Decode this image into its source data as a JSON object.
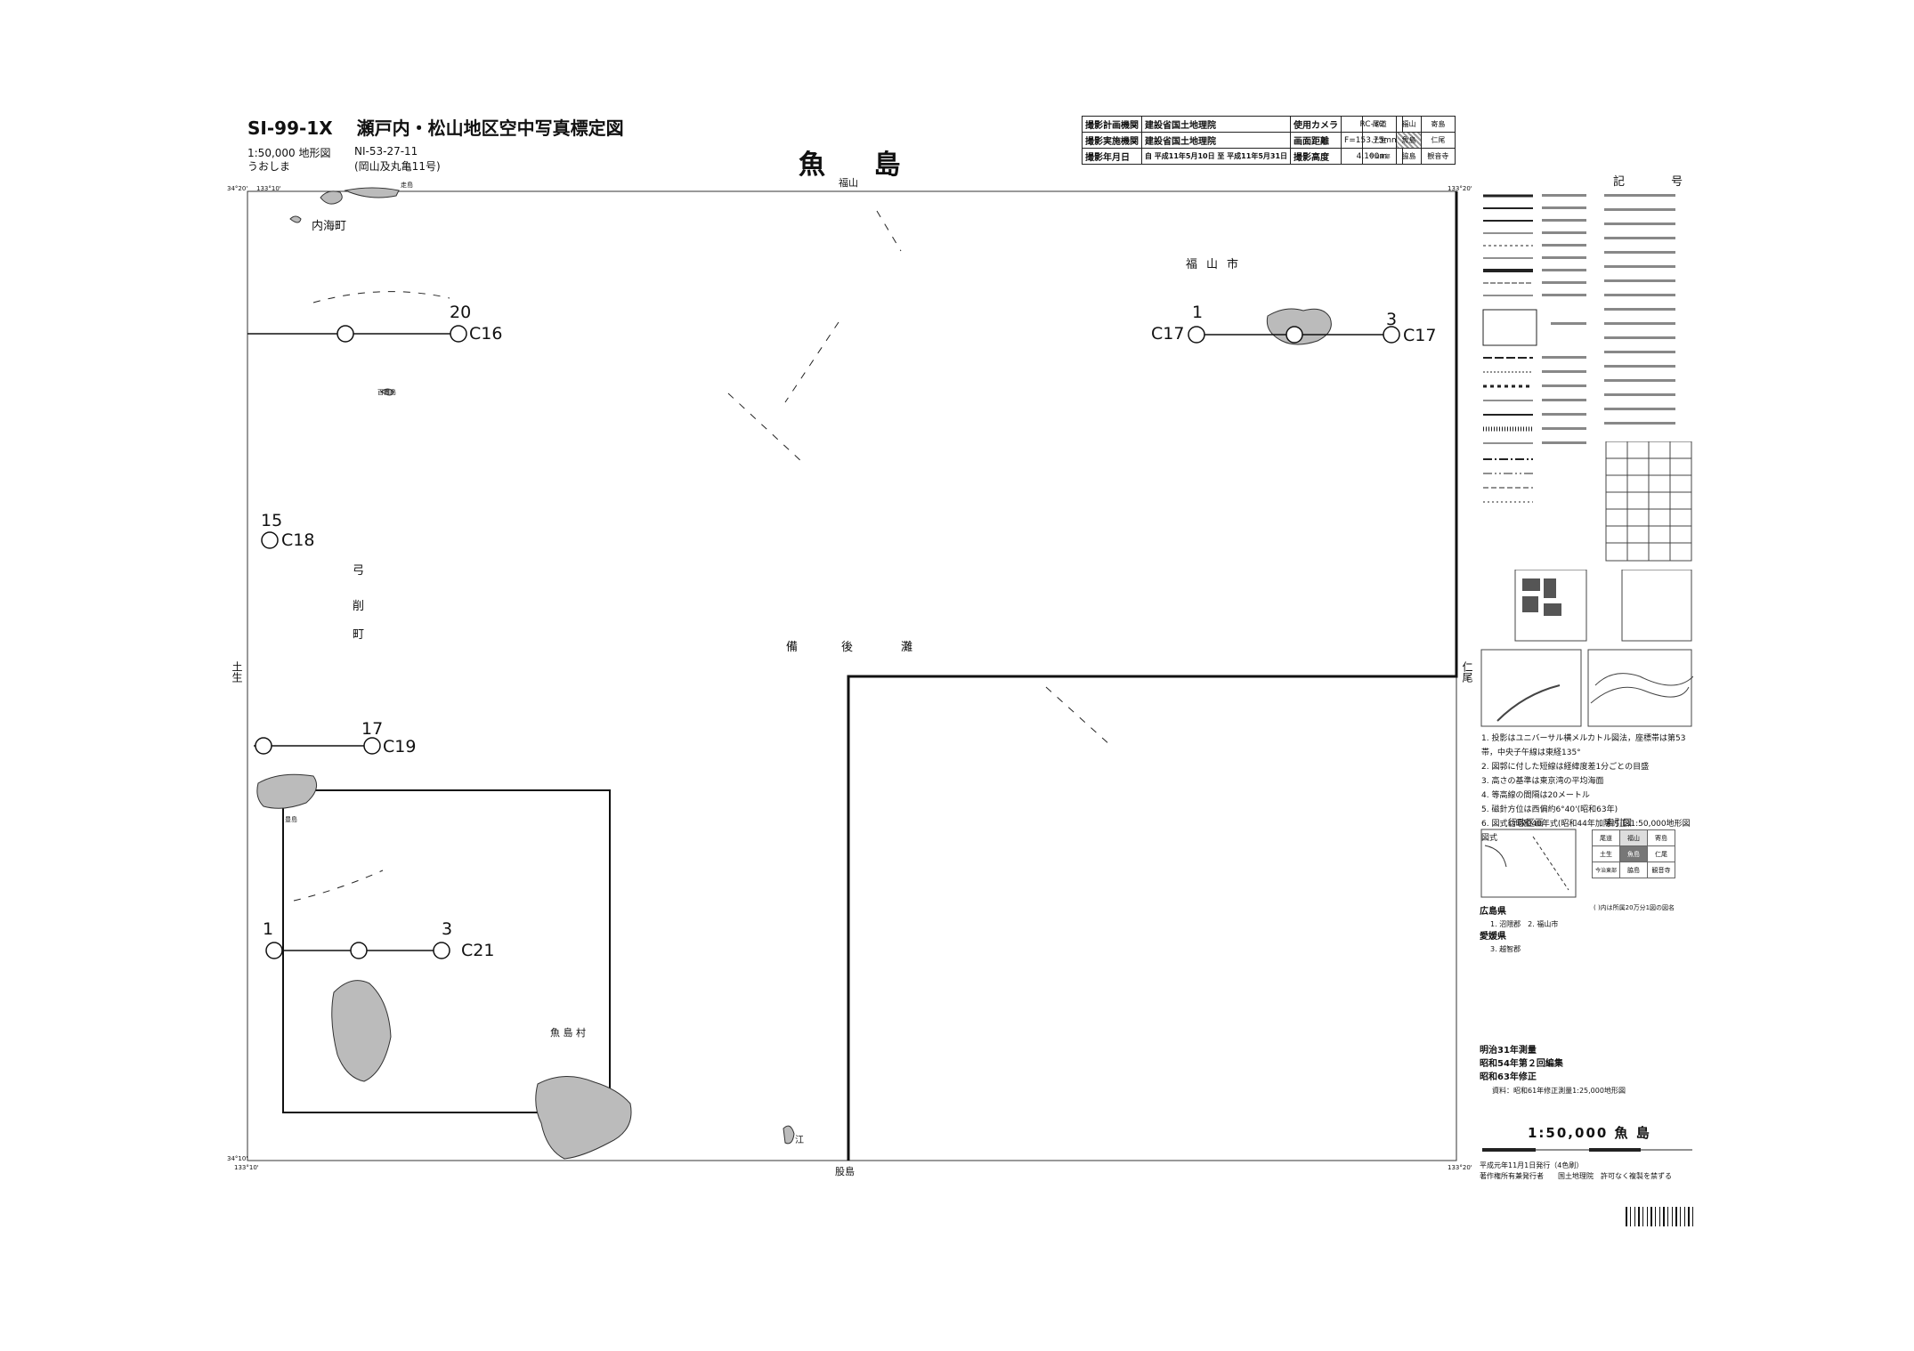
{
  "header": {
    "sheet_code": "SI-99-1X",
    "title": "瀬戸内・松山地区空中写真標定図",
    "scale_label": "1:50,000 地形図",
    "map_code": "NI-53-27-11",
    "reading": "うおしま",
    "group": "(岡山及丸亀11号)"
  },
  "sheet_name": "魚 島",
  "info_table": {
    "row1": [
      "撮影計画機関",
      "建設省国土地理院",
      "使用カメラ",
      "RC-30"
    ],
    "row2": [
      "撮影実施機関",
      "建設省国土地理院",
      "画面距離",
      "F=153.75mm"
    ],
    "row3": [
      "撮影年月日",
      "自 平成11年5月10日 至 平成11年5月31日",
      "撮影高度",
      "4,100m"
    ]
  },
  "adjacent_index": {
    "row1": [
      "尾道",
      "福山",
      "寄島"
    ],
    "row2": [
      "土生",
      "魚島",
      "仁尾"
    ],
    "row3": [
      "今治東部",
      "脇島",
      "観音寺"
    ]
  },
  "map_edges": {
    "top": "福山",
    "bottom": "股島",
    "left": "土生",
    "right": "仁尾",
    "corner_tl": "34°20'",
    "corner_tl_lon": "133°10'",
    "corner_tr": "133°20'",
    "corner_bl": "34°10'",
    "corner_bl_lon": "133°10'",
    "corner_br": "133°20'"
  },
  "places": {
    "uchiumi": "内海町",
    "fukuyama_city": "福山市",
    "yuge_1": "弓",
    "yuge_2": "削",
    "yuge_3": "町",
    "bingo_1": "備",
    "bingo_2": "後",
    "bingo_3": "灘",
    "uoshima_village": "魚 島 村",
    "small_island_top": "走島",
    "small_island_a": "百貫島",
    "small_island_b": "豊島",
    "island_label_c": "江"
  },
  "flight_strips": [
    {
      "course": "C16",
      "start_photo": "",
      "end_photo": "20"
    },
    {
      "course": "C17",
      "start_photo": "1",
      "end_photo": "3"
    },
    {
      "course": "C18",
      "start_photo": "15",
      "end_photo": ""
    },
    {
      "course": "C19",
      "start_photo": "",
      "end_photo": "17"
    },
    {
      "course": "C21",
      "start_photo": "1",
      "end_photo": "3"
    }
  ],
  "legend": {
    "title": "記 号",
    "admin_title": "行政区画",
    "index_title": "索引図"
  },
  "notes": [
    "1. 投影はユニバーサル横メルカトル図法，座標帯は第53帯，中央子午線は東経135°",
    "2. 図郭に付した短線は経緯度差1分ごとの目盛",
    "3. 高さの基準は東京湾の平均海面",
    "4. 等高線の間隔は20メートル",
    "5. 磁針方位は西偏約6°40'(昭和63年)",
    "6. 図式は昭和40年式(昭和44年加除訂正)1:50,000地形図図式"
  ],
  "prefectures": {
    "p1": "広島県",
    "p1_items": "1. 沼隈郡　2. 福山市",
    "p2": "愛媛県",
    "p2_items": "3. 越智郡"
  },
  "survey_history": {
    "line1": "明治31年測量",
    "line2": "昭和54年第２回編集",
    "line3": "昭和63年修正",
    "line4": "資料：昭和61年修正測量1:25,000地形図"
  },
  "scale_title": "1:50,000 魚 島",
  "publication": {
    "line1": "平成元年11月1日発行（4色刷）",
    "line2": "著作権所有兼発行者　　国土地理院　許可なく複製を禁ずる"
  },
  "index_note": "( )内は所属20万分1図の図名"
}
